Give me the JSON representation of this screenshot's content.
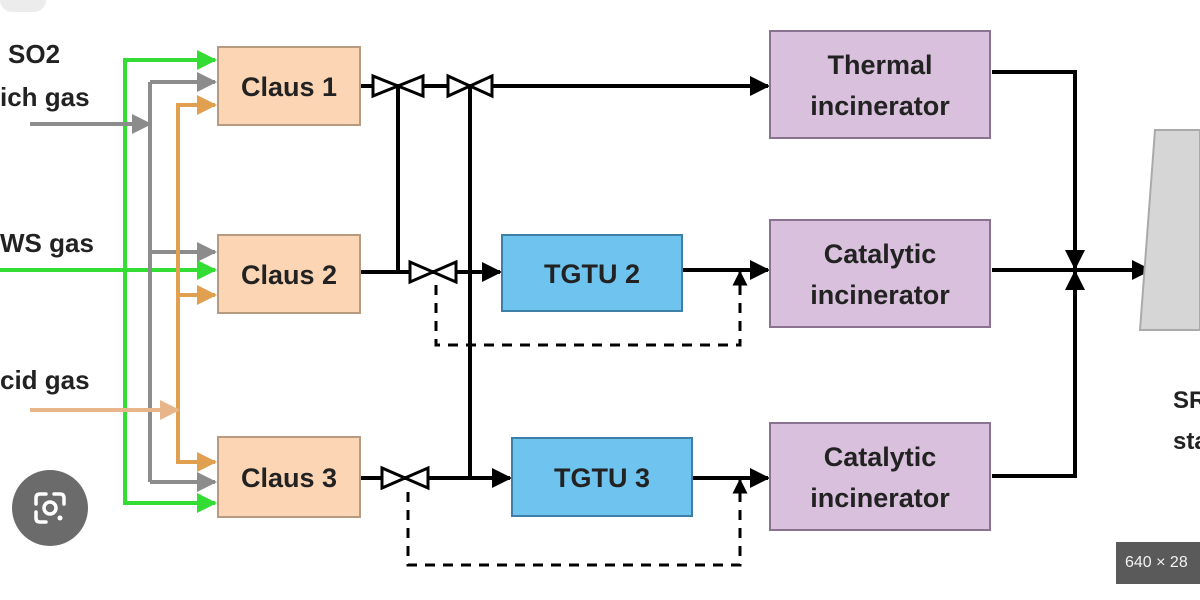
{
  "inlets": {
    "so2": {
      "line1": "SO2",
      "line2": "ich gas",
      "color": "#8c8c8c"
    },
    "sws": {
      "label": "WS gas",
      "color": "#33dd33"
    },
    "acid": {
      "label": "cid gas",
      "color": "#e8b58a"
    }
  },
  "claus": [
    {
      "label": "Claus 1"
    },
    {
      "label": "Claus 2"
    },
    {
      "label": "Claus 3"
    }
  ],
  "tgtu": [
    {
      "label": "TGTU 2"
    },
    {
      "label": "TGTU 3"
    }
  ],
  "incinerators": [
    {
      "line1": "Thermal",
      "line2": "incinerator"
    },
    {
      "line1": "Catalytic",
      "line2": "incinerator"
    },
    {
      "line1": "Catalytic",
      "line2": "incinerator"
    }
  ],
  "stack": {
    "line1": "SRU",
    "line2": "stac"
  },
  "colors": {
    "claus_fill": "#fcd5b4",
    "claus_stroke": "#b89a80",
    "tgtu_fill": "#6fc3ef",
    "tgtu_stroke": "#3e7fa8",
    "incinerator_fill": "#d9c0dc",
    "incinerator_stroke": "#8a7390",
    "stack_fill": "#d6d6d6",
    "orange_line": "#e0a050",
    "main_line": "#000000"
  },
  "overlay": {
    "lens_icon": "google-lens-icon",
    "size_badge": "640 × 28"
  }
}
